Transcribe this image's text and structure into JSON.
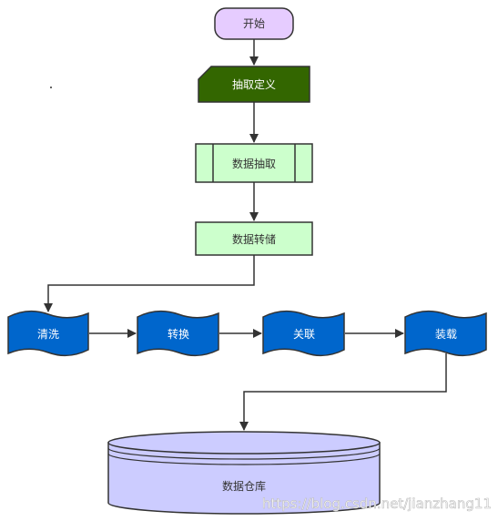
{
  "nodes": {
    "start": "开始",
    "extract_def": "抽取定义",
    "data_extract": "数据抽取",
    "data_store": "数据转储",
    "clean": "清洗",
    "transform": "转换",
    "associate": "关联",
    "load": "装载",
    "warehouse": "数据仓库"
  },
  "watermark": "https://blog.csdn.net/jianzhang11",
  "colors": {
    "start_fill": "#e6ccff",
    "define_fill": "#336600",
    "process_fill": "#ccffcc",
    "tape_fill": "#0066cc",
    "db_fill": "#ccccff",
    "line": "#333333"
  }
}
